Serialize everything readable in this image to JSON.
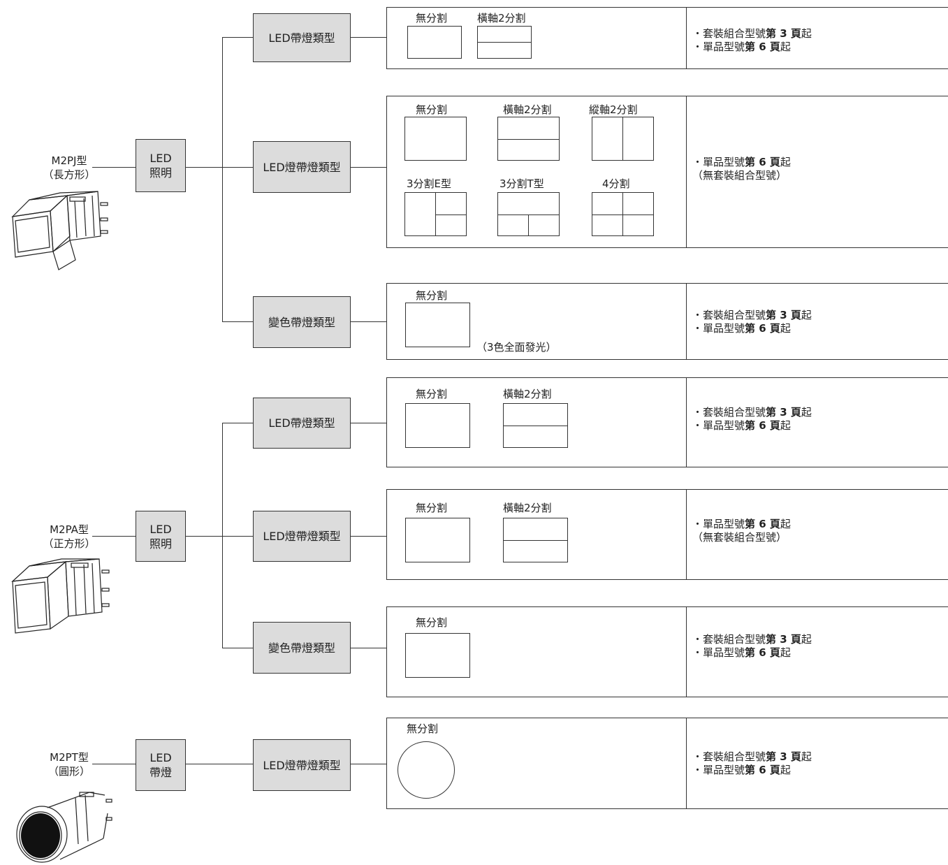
{
  "groups": {
    "pj": {
      "model": "M2PJ型",
      "shape": "（長方形）",
      "illum": {
        "l1": "LED",
        "l2": "照明"
      },
      "types": [
        {
          "label": "LED帶燈類型",
          "switches": [
            {
              "caption": "無分割"
            },
            {
              "caption": "橫軸2分割"
            }
          ],
          "info": [
            {
              "pre": "・套裝組合型號",
              "bold": "第 3 頁",
              "post": "起"
            },
            {
              "pre": "・單品型號",
              "bold": "第 6 頁",
              "post": "起"
            }
          ]
        },
        {
          "label": "LED燈帶燈類型",
          "switches": [
            {
              "caption": "無分割"
            },
            {
              "caption": "橫軸2分割"
            },
            {
              "caption": "縱軸2分割"
            },
            {
              "caption": "3分割E型"
            },
            {
              "caption": "3分割T型"
            },
            {
              "caption": "4分割"
            }
          ],
          "info": [
            {
              "pre": "・單品型號",
              "bold": "第 6 頁",
              "post": "起"
            },
            {
              "pre": "（無套裝組合型號）",
              "bold": "",
              "post": ""
            }
          ]
        },
        {
          "label": "變色帶燈類型",
          "switches": [
            {
              "caption": "無分割"
            }
          ],
          "note": "（3色全面發光）",
          "info": [
            {
              "pre": "・套裝組合型號",
              "bold": "第 3 頁",
              "post": "起"
            },
            {
              "pre": "・單品型號",
              "bold": "第 6 頁",
              "post": "起"
            }
          ]
        }
      ]
    },
    "pa": {
      "model": "M2PA型",
      "shape": "（正方形）",
      "illum": {
        "l1": "LED",
        "l2": "照明"
      },
      "types": [
        {
          "label": "LED帶燈類型",
          "switches": [
            {
              "caption": "無分割"
            },
            {
              "caption": "橫軸2分割"
            }
          ],
          "info": [
            {
              "pre": "・套裝組合型號",
              "bold": "第 3 頁",
              "post": "起"
            },
            {
              "pre": "・單品型號",
              "bold": "第 6 頁",
              "post": "起"
            }
          ]
        },
        {
          "label": "LED燈帶燈類型",
          "switches": [
            {
              "caption": "無分割"
            },
            {
              "caption": "橫軸2分割"
            }
          ],
          "info": [
            {
              "pre": "・單品型號",
              "bold": "第 6 頁",
              "post": "起"
            },
            {
              "pre": "（無套裝組合型號）",
              "bold": "",
              "post": ""
            }
          ]
        },
        {
          "label": "變色帶燈類型",
          "switches": [
            {
              "caption": "無分割"
            }
          ],
          "info": [
            {
              "pre": "・套裝組合型號",
              "bold": "第 3 頁",
              "post": "起"
            },
            {
              "pre": "・單品型號",
              "bold": "第 6 頁",
              "post": "起"
            }
          ]
        }
      ]
    },
    "pt": {
      "model": "M2PT型",
      "shape": "（圓形）",
      "illum": {
        "l1": "LED",
        "l2": "帶燈"
      },
      "types": [
        {
          "label": "LED燈帶燈類型",
          "switches": [
            {
              "caption": "無分割"
            }
          ],
          "info": [
            {
              "pre": "・套裝組合型號",
              "bold": "第 3 頁",
              "post": "起"
            },
            {
              "pre": "・單品型號",
              "bold": "第 6 頁",
              "post": "起"
            }
          ]
        }
      ]
    }
  },
  "icons": {
    "pj": "rectangular-pushbutton-switch",
    "pa": "square-pushbutton-switch",
    "pt": "round-pushbutton-switch"
  }
}
